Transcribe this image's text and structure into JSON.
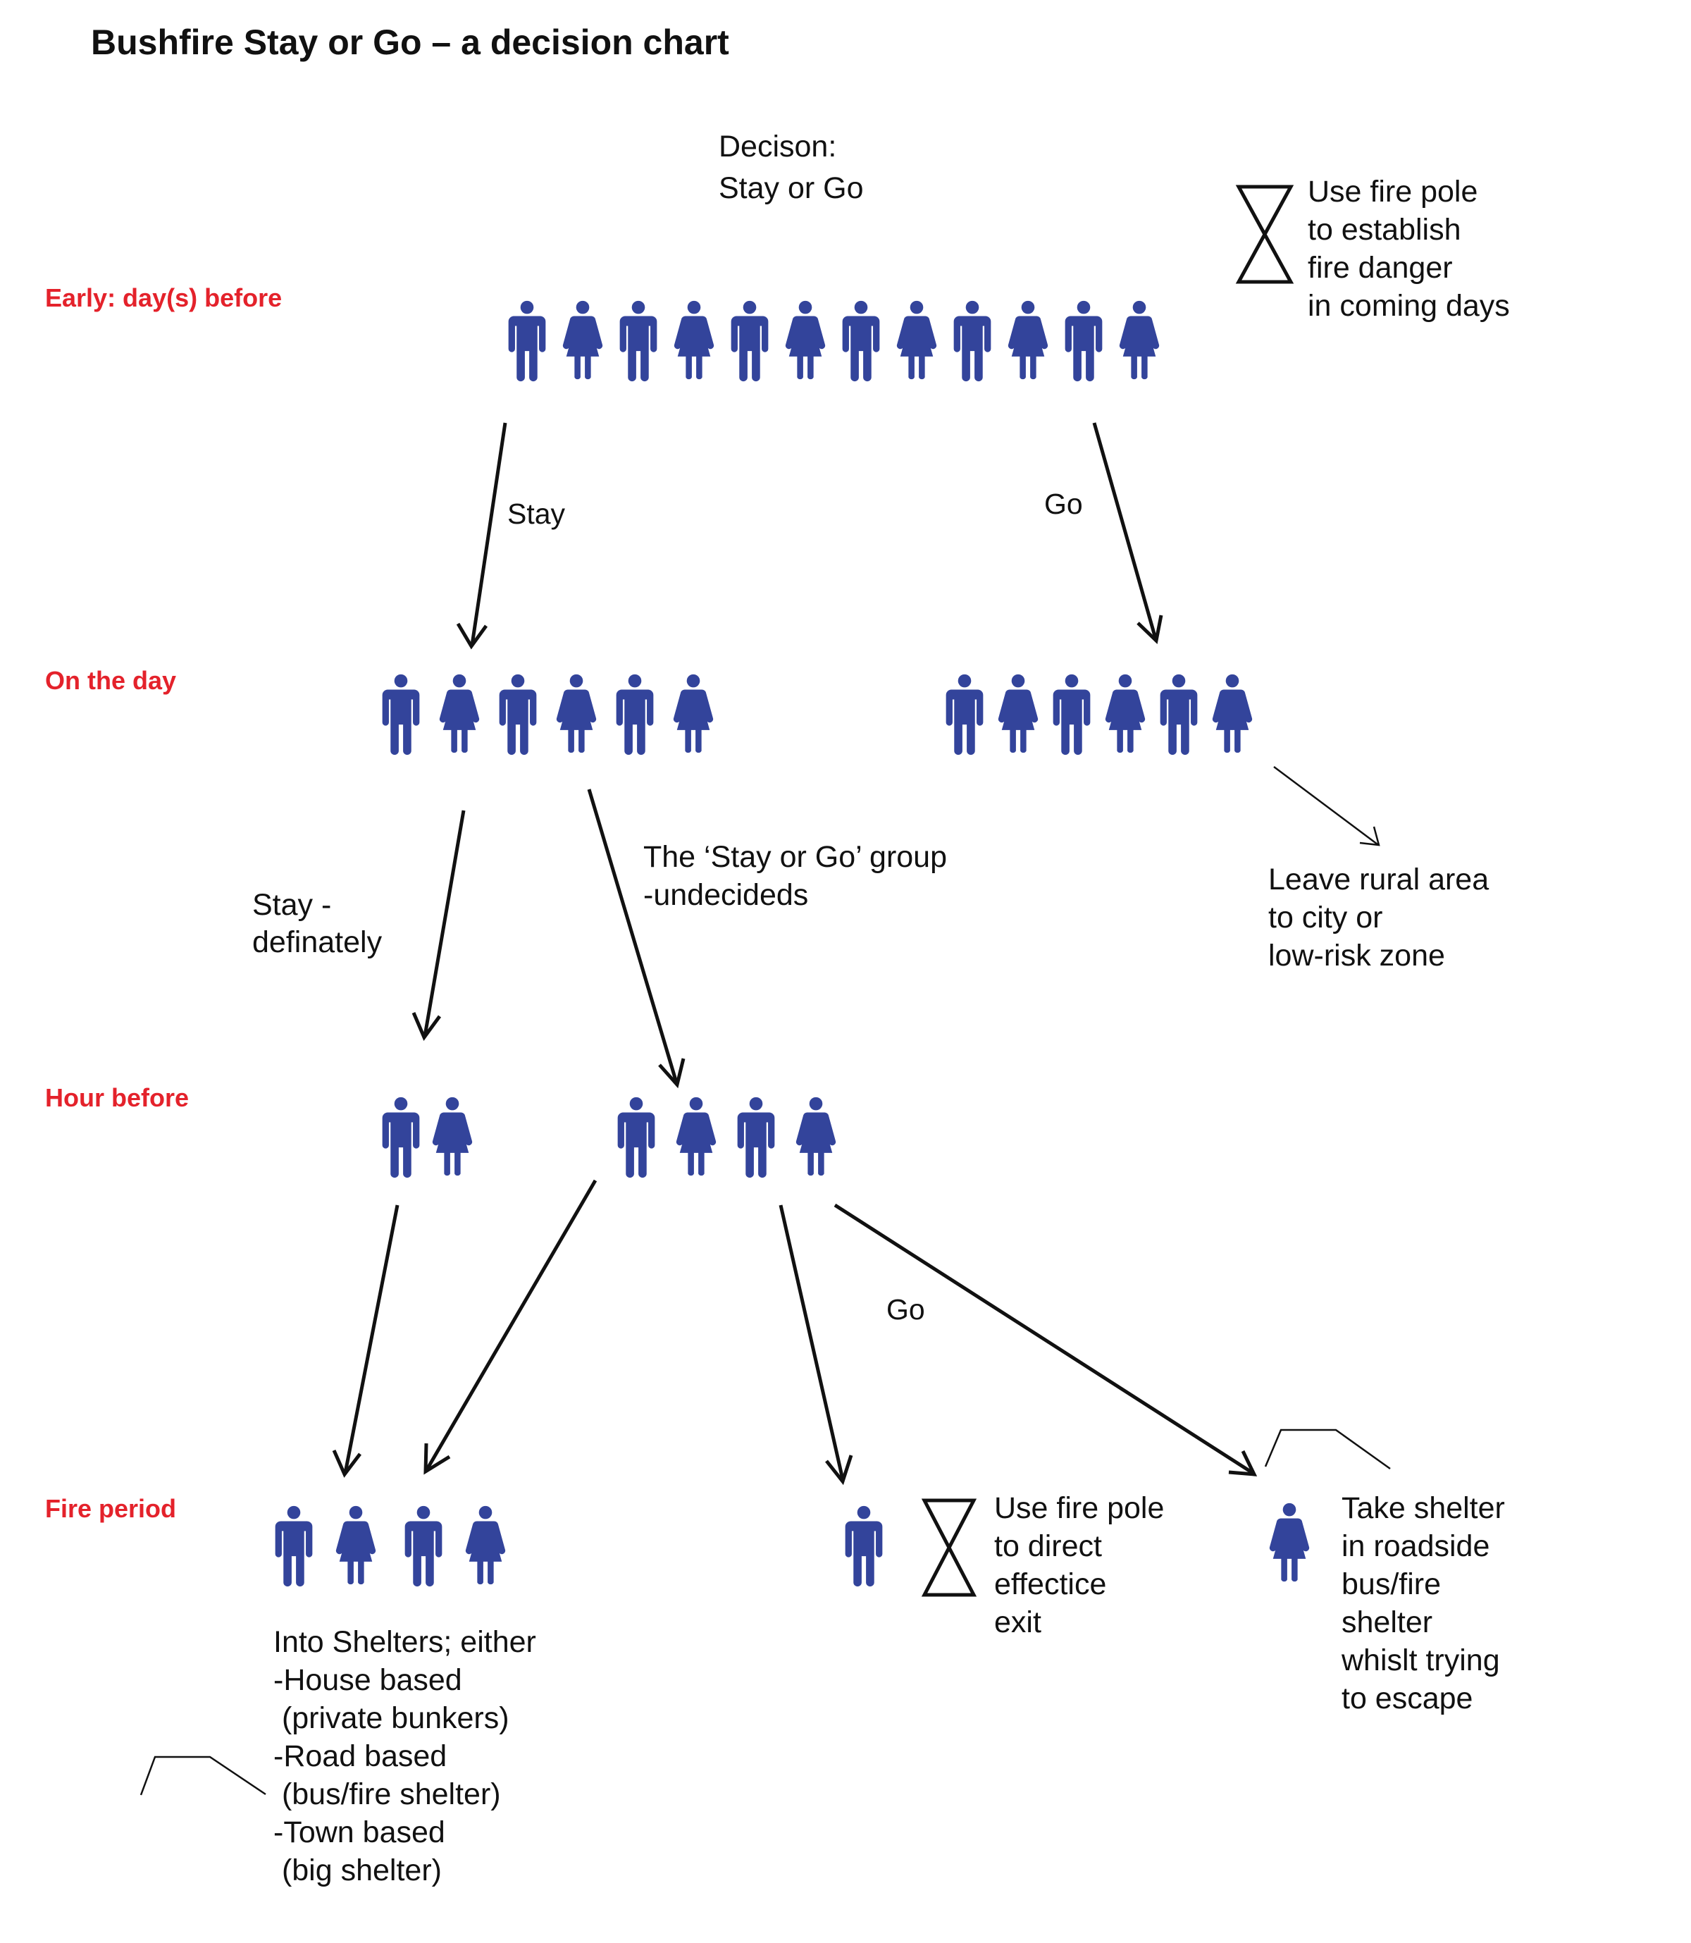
{
  "title": "Bushfire Stay or Go – a decision chart",
  "colors": {
    "people": "#33449b",
    "stage": "#e4222b",
    "ink": "#111111"
  },
  "icons": {
    "person": "person-pictogram-icon",
    "hourglass": "hourglass-icon"
  },
  "stages": {
    "early": "Early: day(s) before",
    "on_the_day": "On the day",
    "hour_before": "Hour before",
    "fire_period": "Fire period"
  },
  "decision": {
    "line1": "Decison:",
    "line2": "Stay or Go"
  },
  "labels": {
    "stay": "Stay",
    "go_top": "Go",
    "stay_definitely": [
      "Stay -",
      "definately"
    ],
    "undecided_group": [
      "The ‘Stay or Go’ group",
      "-undecideds"
    ],
    "go_bottom": "Go"
  },
  "notes": {
    "fire_pole_early": [
      "Use fire pole",
      "to establish",
      "fire danger",
      "in coming days"
    ],
    "leave_rural": [
      "Leave rural area",
      "to city or",
      "low-risk zone"
    ],
    "fire_pole_exit": [
      "Use fire pole",
      "to direct",
      "effectice",
      "exit"
    ],
    "take_shelter": [
      "Take shelter",
      "in roadside",
      "bus/fire",
      "shelter",
      "whislt trying",
      "to escape"
    ],
    "into_shelters": [
      "Into Shelters; either",
      "-House based",
      " (private bunkers)",
      "-Road based",
      " (bus/fire shelter)",
      "-Town based",
      " (big shelter)"
    ]
  },
  "groups": {
    "early_all": [
      "male",
      "female",
      "male",
      "female",
      "male",
      "female",
      "male",
      "female",
      "male",
      "female",
      "male",
      "female"
    ],
    "day_stay": [
      "male",
      "female",
      "male",
      "female",
      "male",
      "female"
    ],
    "day_go": [
      "male",
      "female",
      "male",
      "female",
      "male",
      "female"
    ],
    "hour_definite": [
      "male",
      "female"
    ],
    "hour_undecided": [
      "male",
      "female",
      "male",
      "female"
    ],
    "fire_shelters": [
      "male",
      "female",
      "male",
      "female"
    ],
    "fire_exit": [
      "male"
    ],
    "fire_roadside": [
      "female"
    ]
  }
}
